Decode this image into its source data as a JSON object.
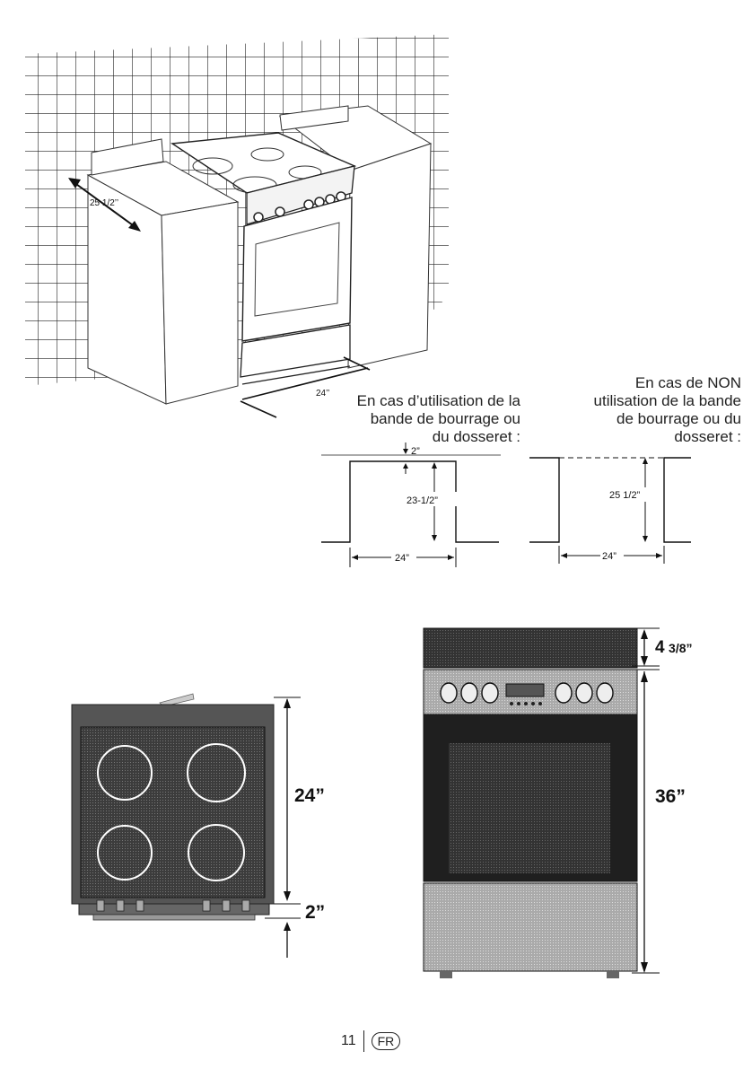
{
  "illustration": {
    "depth_label": "25 1/2’’",
    "width_label": "24’’"
  },
  "with_filler": {
    "caption_line1": "En cas d’utilisation de la",
    "caption_line2": "bande de bourrage ou",
    "caption_line3": "du dosseret :",
    "gap_label": "2”",
    "height_label": "23-1/2”",
    "width_label": "24”"
  },
  "without_filler": {
    "caption_line1": "En cas de NON",
    "caption_line2": "utilisation de la bande",
    "caption_line3": "de bourrage ou du",
    "caption_line4": "dosseret :",
    "height_label": "25 1/2”",
    "width_label": "24”"
  },
  "top_view": {
    "depth_label": "24”",
    "knob_label": "2”"
  },
  "front_view": {
    "backguard_label_whole": "4",
    "backguard_label_frac": "3/8”",
    "height_label": "36”"
  },
  "footer": {
    "page_number": "11",
    "language": "FR"
  }
}
